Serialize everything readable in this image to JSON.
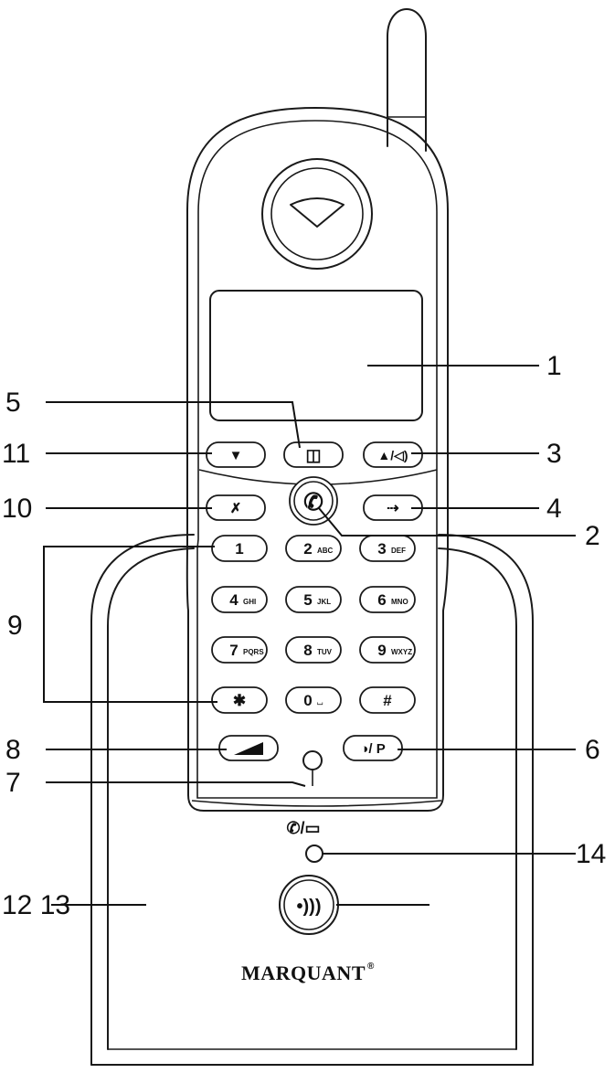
{
  "callouts": {
    "c1": "1",
    "c2": "2",
    "c3": "3",
    "c4": "4",
    "c5": "5",
    "c6": "6",
    "c7": "7",
    "c8": "8",
    "c9": "9",
    "c10": "10",
    "c11": "11",
    "c12_13": "12 13",
    "c14": "14"
  },
  "keypad": [
    {
      "num": "1",
      "sub": ""
    },
    {
      "num": "2",
      "sub": "ABC"
    },
    {
      "num": "3",
      "sub": "DEF"
    },
    {
      "num": "4",
      "sub": "GHI"
    },
    {
      "num": "5",
      "sub": "JKL"
    },
    {
      "num": "6",
      "sub": "MNO"
    },
    {
      "num": "7",
      "sub": "PQRS"
    },
    {
      "num": "8",
      "sub": "TUV"
    },
    {
      "num": "9",
      "sub": "WXYZ"
    },
    {
      "num": "✱",
      "sub": ""
    },
    {
      "num": "0",
      "sub": "⌴"
    },
    {
      "num": "#",
      "sub": ""
    }
  ],
  "function_keys": {
    "down_arrow": "▼",
    "phonebook": "◫",
    "up_volume": "▲/◁)",
    "mute": "✗",
    "talk": "✆",
    "redial": "⇢",
    "recall": "◢",
    "power_pause": "◑/ P"
  },
  "base": {
    "status_icon": "✆/▭",
    "page_icon": "•)))",
    "brand": "MARQUANT",
    "registered": "®"
  },
  "icons": [
    "antenna",
    "earpiece",
    "display",
    "charge-led",
    "page-button"
  ]
}
